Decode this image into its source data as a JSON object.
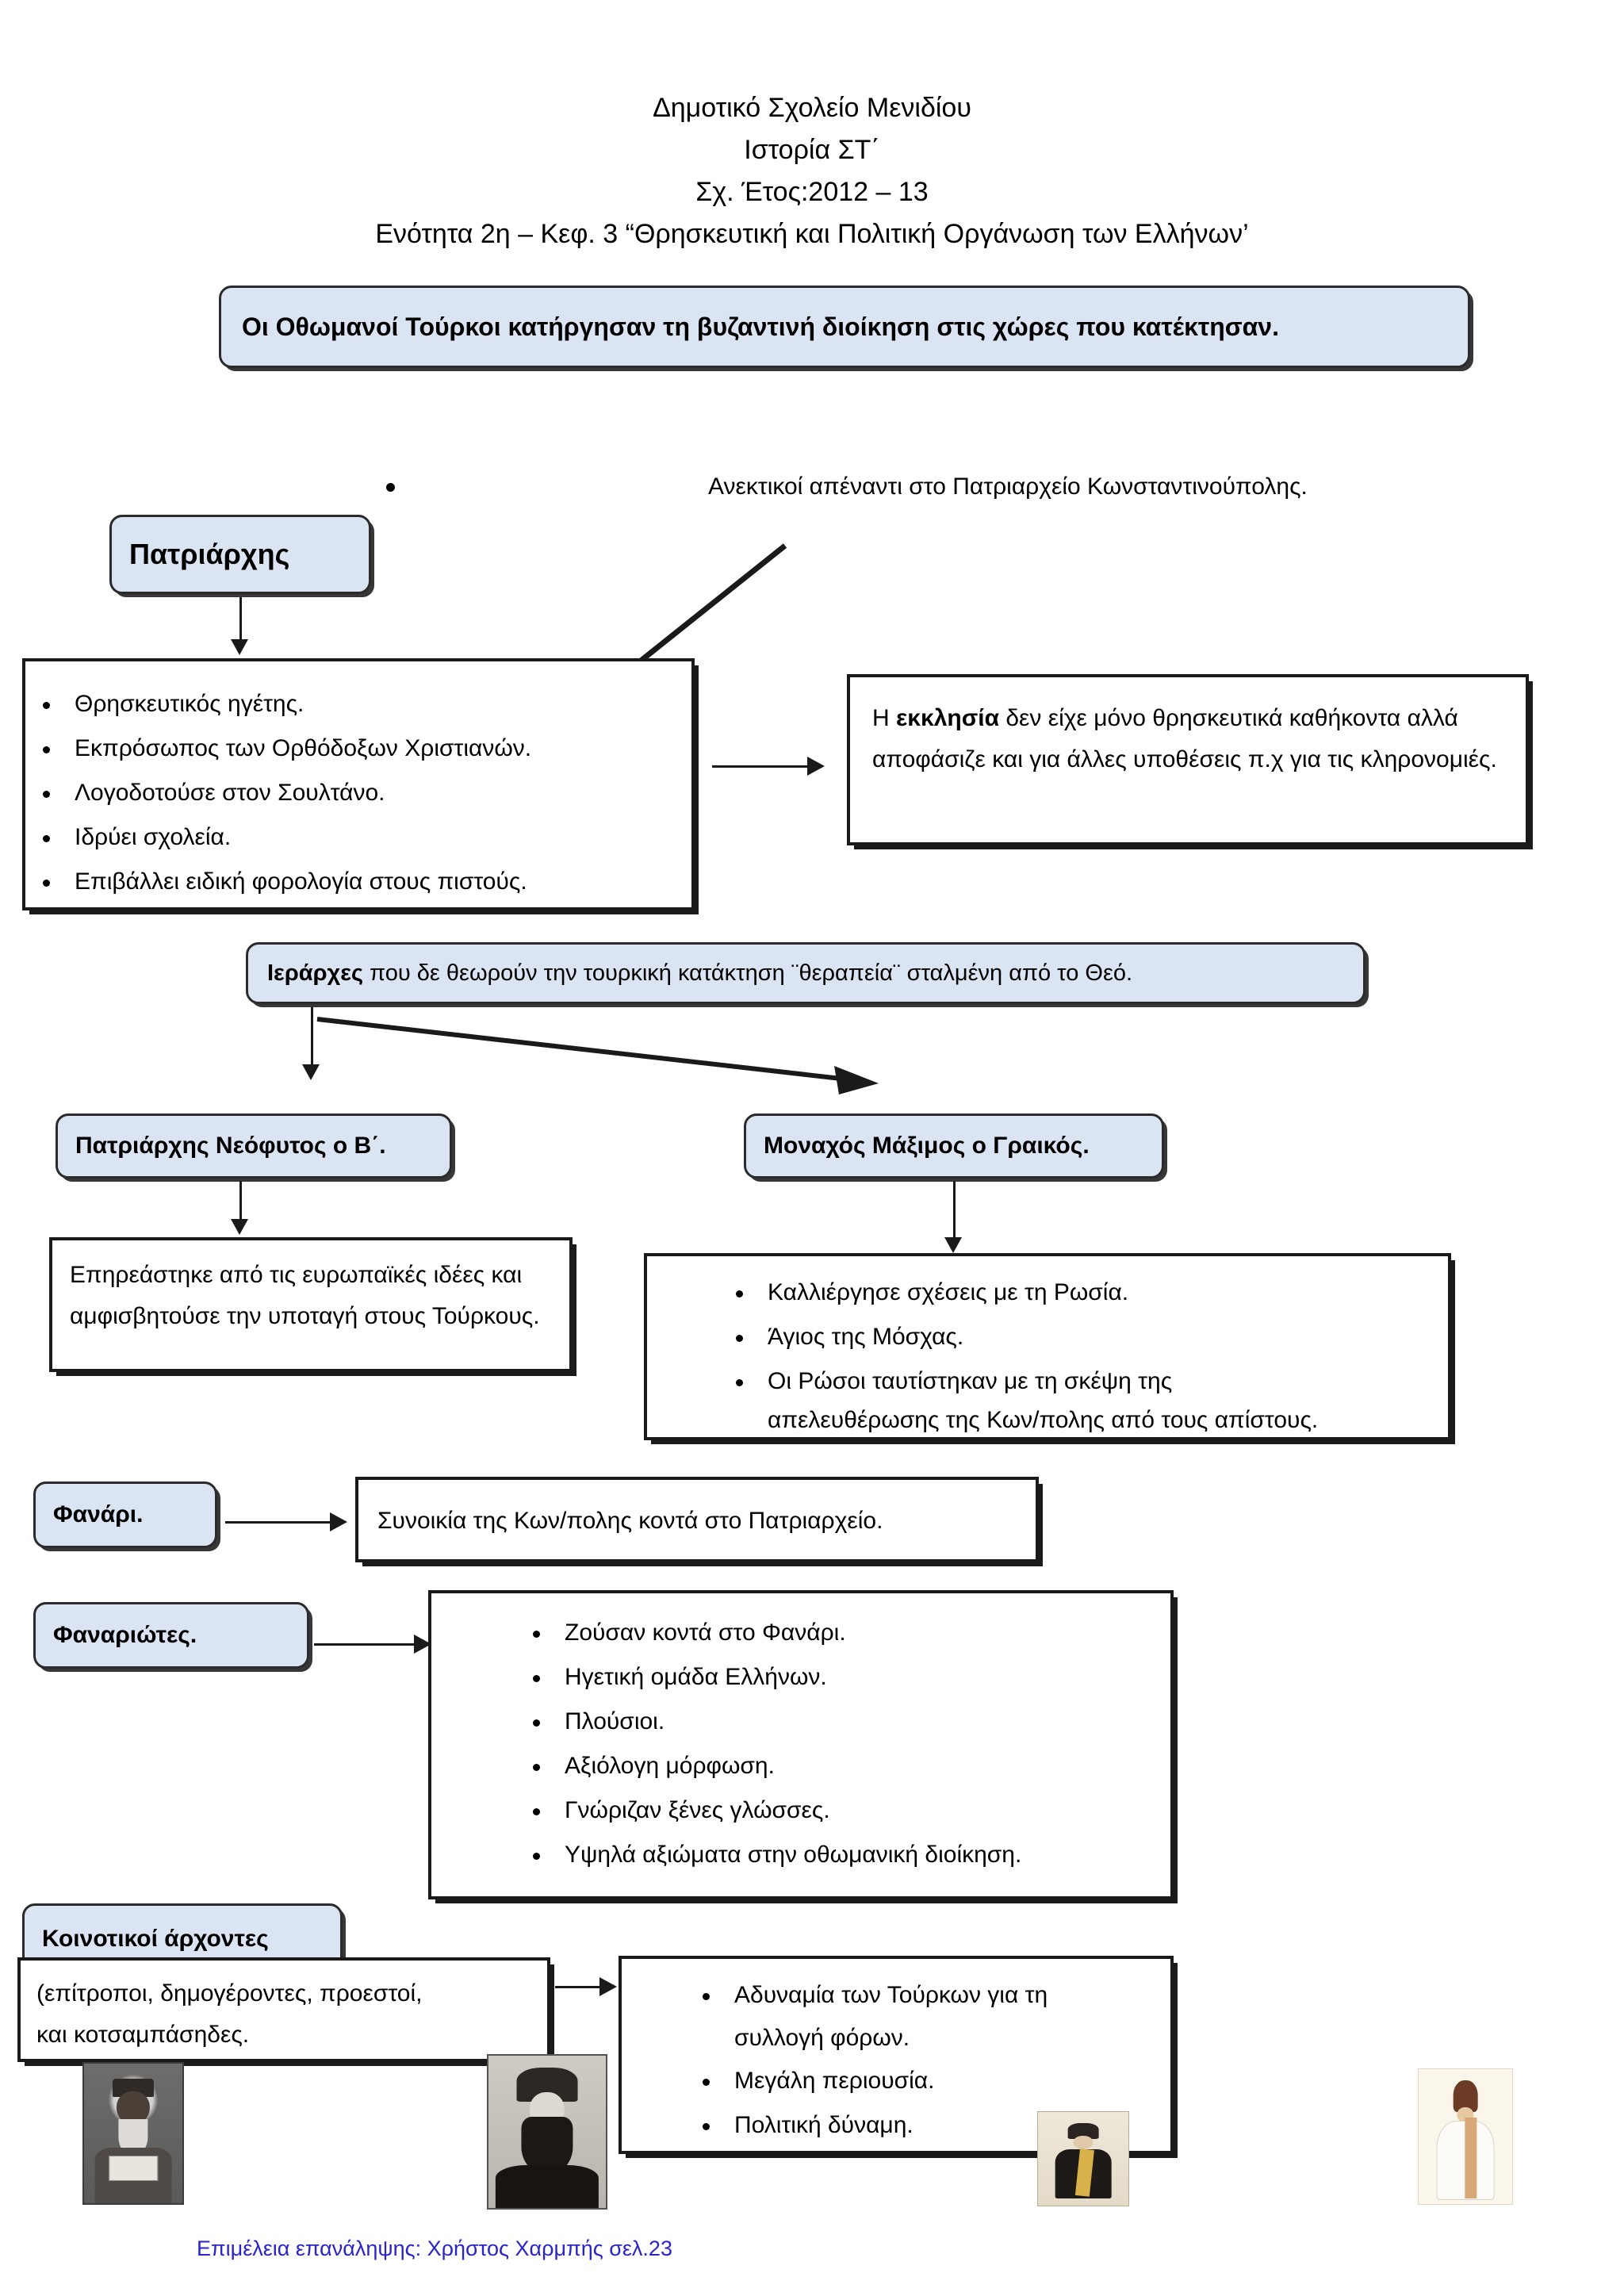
{
  "header": {
    "line1": "Δημοτικό Σχολείο Μενιδίου",
    "line2": "Ιστορία ΣΤ΄",
    "line3": "Σχ. Έτος:2012 – 13",
    "line4": "Ενότητα 2η – Κεφ. 3 “Θρησκευτική και Πολιτική Οργάνωση των Ελλήνων’"
  },
  "title_box": {
    "text": "Οι Οθωμανοί Τούρκοι κατήργησαν τη βυζαντινή διοίκηση στις χώρες που κατέκτησαν."
  },
  "tolerance_note": {
    "text": "Ανεκτικοί απέναντι στο Πατριαρχείο Κωνσταντινούπολης."
  },
  "patriarch": {
    "label": "Πατριάρχης",
    "duties": [
      "Θρησκευτικός ηγέτης.",
      "Εκπρόσωπος των Ορθόδοξων Χριστιανών.",
      "Λογοδοτούσε στον Σουλτάνο.",
      "Ιδρύει σχολεία.",
      "Επιβάλλει ειδική φορολογία στους πιστούς."
    ]
  },
  "church_box": {
    "lead": "Η ",
    "bold": "εκκλησία",
    "rest": " δεν είχε μόνο θρησκευτικά καθήκοντα αλλά αποφάσιζε και για άλλες υποθέσεις π.χ για τις κληρονομιές."
  },
  "hierarchs_bar": {
    "bold": "Ιεράρχες",
    "rest": " που δε θεωρούν την τουρκική κατάκτηση ¨θεραπεία¨ σταλμένη από το Θεό."
  },
  "neofytos": {
    "label": "Πατριάρχης Νεόφυτος ο Β΄.",
    "text": "Επηρεάστηκε από τις ευρωπαϊκές ιδέες και αμφισβητούσε την υποταγή στους Τούρκους."
  },
  "maximos": {
    "label": "Μοναχός Μάξιμος ο Γραικός.",
    "bullets": [
      "Καλλιέργησε σχέσεις με τη Ρωσία.",
      "Άγιος της Μόσχας.",
      "Οι Ρώσοι ταυτίστηκαν με τη σκέψη της"
    ],
    "bullet3_cont": "απελευθέρωσης της Κων/πολης από τους απίστους."
  },
  "fanari": {
    "label": "Φανάρι.",
    "text": "Συνοικία της Κων/πολης κοντά στο Πατριαρχείο."
  },
  "fanariotes": {
    "label": "Φαναριώτες.",
    "bullets": [
      "Ζούσαν κοντά στο Φανάρι.",
      "Ηγετική ομάδα Ελλήνων.",
      "Πλούσιοι.",
      "Αξιόλογη μόρφωση.",
      "Γνώριζαν ξένες γλώσσες.",
      "Υψηλά αξιώματα στην οθωμανική διοίκηση."
    ]
  },
  "local_rulers": {
    "label": "Κοινοτικοί άρχοντες",
    "text_line1": "(επίτροποι, δημογέροντες, προεστοί,",
    "text_line2": "και κοτσαμπάσηδες.",
    "bullets": [
      "Αδυναμία των Τούρκων για τη",
      "Μεγάλη περιουσία.",
      "Πολιτική δύναμη."
    ],
    "bullet1_cont": "συλλογή φόρων."
  },
  "footer": {
    "text": "Επιμέλεια επανάληψης: Χρήστος Χαρμπής σελ.23"
  },
  "images": {
    "maximos_icon": "icon-portrait-monk",
    "neofytos_photo": "photo-portrait-clergyman",
    "phanariot_painting": "painting-phanariot-seated",
    "phanariot_watercolor": "watercolor-phanariot-standing"
  },
  "colors": {
    "box_fill": "#dbe4f2",
    "box_border": "#2b2b2b",
    "footer_text": "#2b24c8",
    "page_background": "#ffffff"
  }
}
